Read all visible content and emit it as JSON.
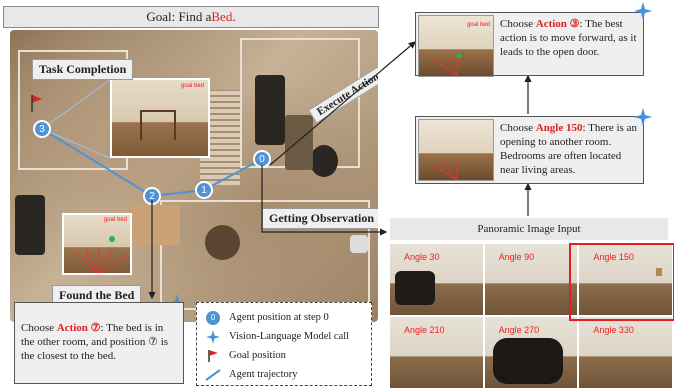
{
  "goal": {
    "prefix": "Goal: Find a ",
    "target": "Bed",
    "suffix": "."
  },
  "floor_labels": {
    "task_completion": "Task Completion",
    "execute_action": "Execute Action",
    "getting_observation": "Getting Observation",
    "found_the_bed": "Found the Bed",
    "inset_tag": "goal bed"
  },
  "nodes": [
    "0",
    "1",
    "2",
    "3"
  ],
  "reasoning": {
    "step_action": {
      "choose": "Choose ",
      "highlight": "Action ③",
      "text": ": The best action is to move forward, as it leads to the open door."
    },
    "step_angle": {
      "choose": "Choose ",
      "highlight": "Angle 150",
      "text": ": There is an opening to another room. Bedrooms are often located near living areas."
    },
    "thumb_tag": "goal bed"
  },
  "panorama": {
    "header": "Panoramic Image Input",
    "angles": [
      "Angle 30",
      "Angle 90",
      "Angle 150",
      "Angle 210",
      "Angle 270",
      "Angle 330"
    ]
  },
  "found": {
    "choose": "Choose ",
    "highlight": "Action ⑦",
    "text": ": The bed is in the other room, and position ⑦ is the closest to the bed."
  },
  "legend": {
    "node_symbol": "0",
    "items": [
      "Agent position at step 0",
      "Vision-Language Model call",
      "Goal position",
      "Agent trajectory"
    ]
  },
  "colors": {
    "node": "#4f93d4",
    "highlight": "#d22222",
    "star": "#4a8fe0"
  },
  "icons": [
    "star-icon",
    "flag-icon",
    "trajectory-line-icon",
    "arrow-icon"
  ]
}
